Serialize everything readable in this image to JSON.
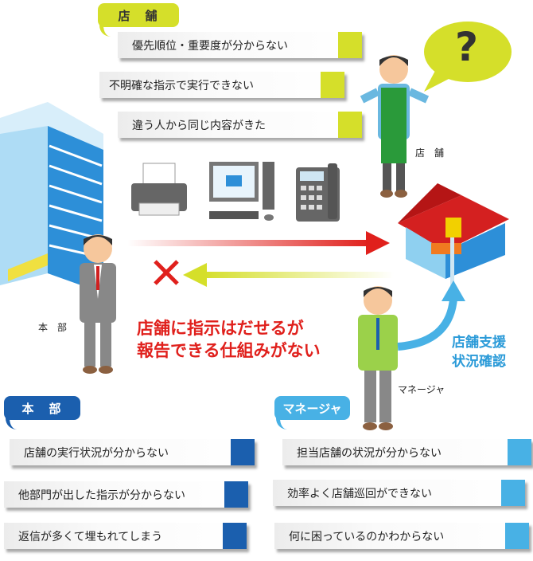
{
  "store": {
    "tag": "店　舗",
    "issues": [
      "優先順位・重要度が分からない",
      "不明確な指示で実行できない",
      "違う人から同じ内容がきた"
    ],
    "person_label": "店　舗",
    "question_mark": "?"
  },
  "headquarters": {
    "tag": "本　部",
    "person_label": "本　部",
    "issues": [
      "店舗の実行状況が分からない",
      "他部門が出した指示が分からない",
      "返信が多くて埋もれてしまう"
    ]
  },
  "manager": {
    "tag": "マネージャ",
    "person_label": "マネージャ",
    "support_text": [
      "店舗支援",
      "状況確認"
    ],
    "issues": [
      "担当店舗の状況が分からない",
      "効率よく店舗巡回ができない",
      "何に困っているのかわからない"
    ]
  },
  "headline": [
    "店舗に指示はだせるが",
    "報告できる仕組みがない"
  ],
  "colors": {
    "store": "#d5df2a",
    "hq": "#1b5fae",
    "manager": "#48b1e5",
    "alert": "#e0201c"
  }
}
